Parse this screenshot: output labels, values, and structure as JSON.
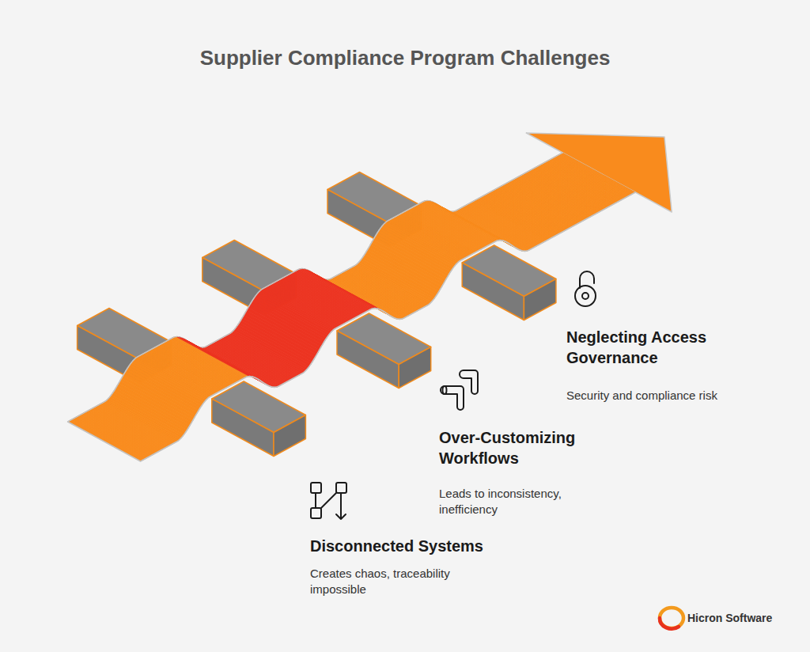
{
  "diagram": {
    "title": "Supplier Compliance Program Challenges",
    "labels": [
      "Neglecting Access Governance",
      "Security and compliance risk",
      "Over-Customizing Workflows",
      "Leads to inconsistency, inefficiency",
      "Disconnected Systems",
      "Creates chaos, traceability impossible",
      "Hicron Software"
    ]
  }
}
